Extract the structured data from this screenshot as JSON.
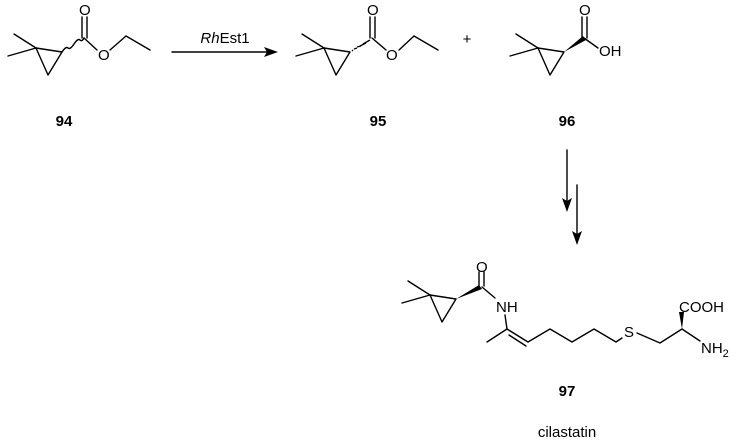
{
  "reaction": {
    "reagent_italic": "Rh",
    "reagent_rest": "Est1",
    "plus": "+"
  },
  "compounds": {
    "c94": {
      "label": "94"
    },
    "c95": {
      "label": "95"
    },
    "c96": {
      "label": "96"
    },
    "c97": {
      "label": "97",
      "name": "cilastatin"
    }
  },
  "atoms": {
    "o": "O",
    "oh": "OH",
    "nh": "NH",
    "s": "S",
    "cooh": "COOH",
    "nh2_main": "NH",
    "nh2_sub": "2"
  }
}
